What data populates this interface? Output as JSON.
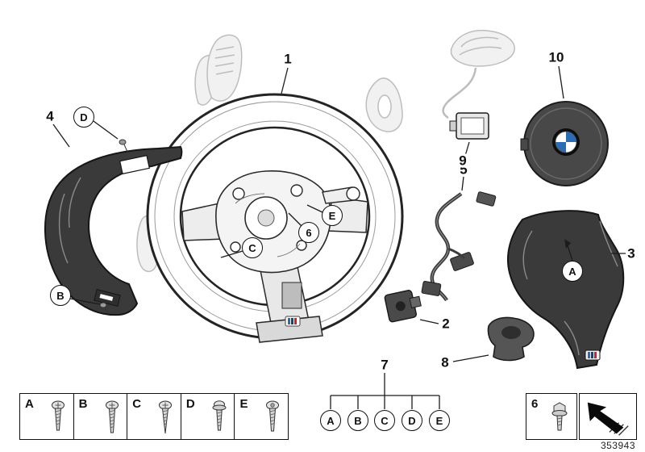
{
  "callouts": {
    "n1": "1",
    "n2": "2",
    "n3": "3",
    "n4": "4",
    "n5": "5",
    "n6": "6",
    "n7": "7",
    "n8": "8",
    "n9": "9",
    "n10": "10",
    "A": "A",
    "B": "B",
    "C": "C",
    "D": "D",
    "E": "E"
  },
  "legend": {
    "boxes": [
      {
        "label": "A"
      },
      {
        "label": "B"
      },
      {
        "label": "C"
      },
      {
        "label": "D"
      },
      {
        "label": "E"
      }
    ],
    "group7_label": "7",
    "group7_letters": [
      "A",
      "B",
      "C",
      "D",
      "E"
    ],
    "box6_label": "6"
  },
  "footer": {
    "drawing_number": "353943"
  },
  "colors": {
    "ink": "#1c1c1c",
    "bmw_blue": "#2a6db5",
    "m_light_blue": "#2a6db5",
    "m_dark_blue": "#1b3f7a",
    "m_red": "#d0202a",
    "white": "#ffffff"
  }
}
